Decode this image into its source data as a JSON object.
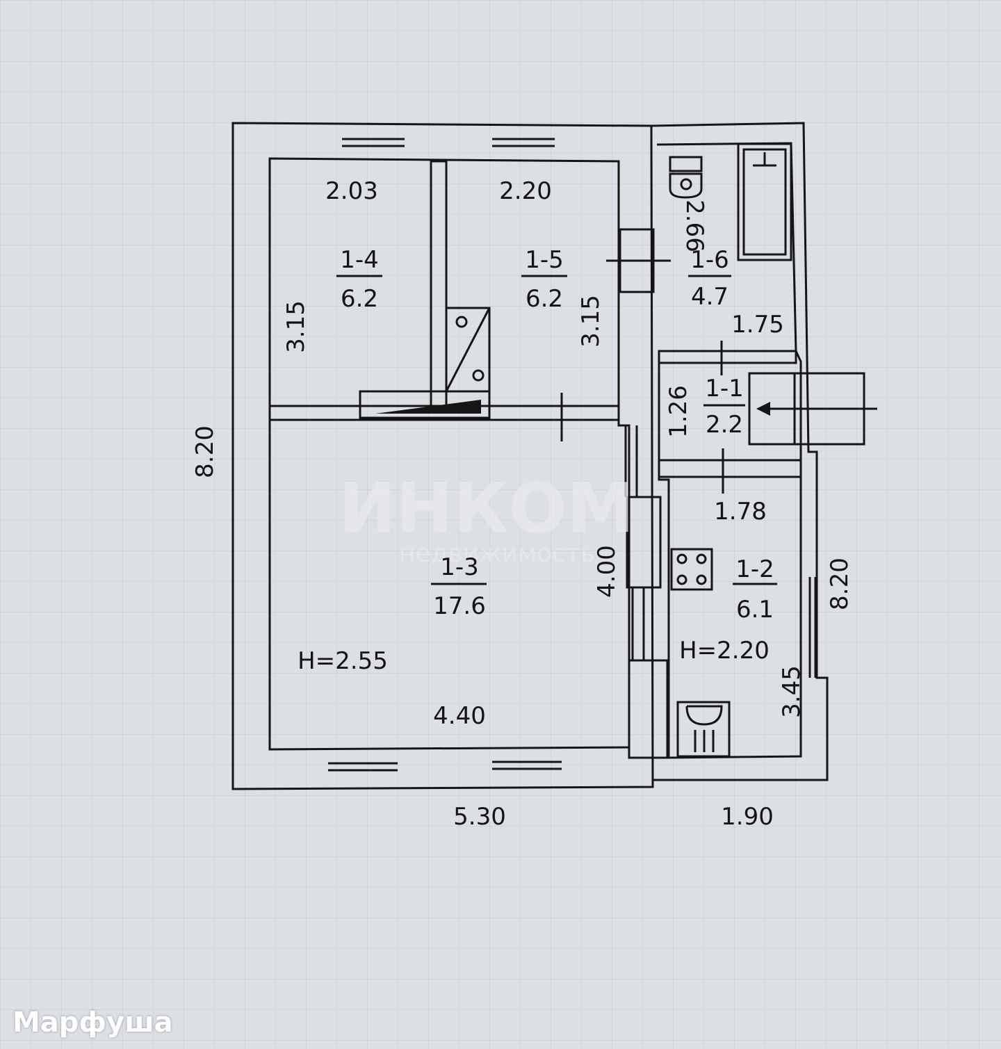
{
  "rooms": [
    {
      "id": "1-4",
      "area": "6.2",
      "width": "2.03",
      "length": "3.15"
    },
    {
      "id": "1-5",
      "area": "6.2",
      "width": "2.20",
      "length": "3.15"
    },
    {
      "id": "1-6",
      "area": "4.7",
      "width": "1.75",
      "length": "2.66"
    },
    {
      "id": "1-1",
      "area": "2.2",
      "width": "1.78",
      "length": "1.26"
    },
    {
      "id": "1-2",
      "area": "6.1",
      "width": "1.78",
      "length": "3.45",
      "height": "H=2.20"
    },
    {
      "id": "1-3",
      "area": "17.6",
      "width": "4.40",
      "length": "4.00",
      "height": "H=2.55"
    }
  ],
  "overall": {
    "left_height": "8.20",
    "right_height": "8.20",
    "bottom_main": "5.30",
    "bottom_annex": "1.90"
  },
  "watermark": {
    "brand": "ИНКОМ",
    "tagline": "недвижимость"
  },
  "caption": "Марфуша"
}
